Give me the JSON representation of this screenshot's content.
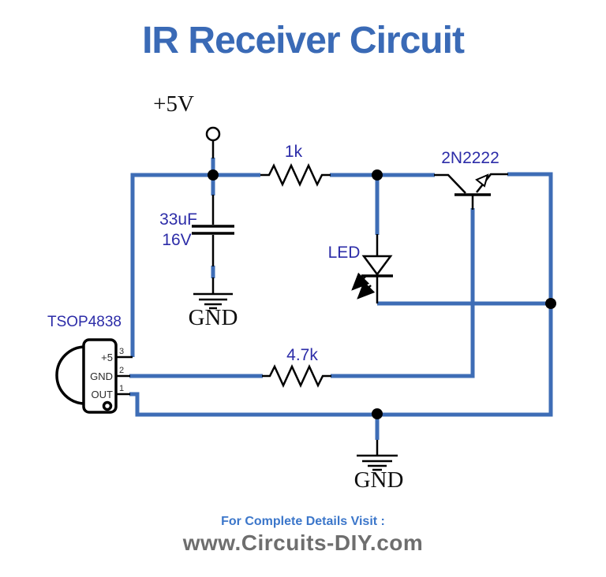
{
  "title": "IR Receiver Circuit",
  "colors": {
    "wire": "#3e6db6",
    "label": "#2c2ca8",
    "title": "#3a6ab6",
    "footer_heading": "#3b76ca",
    "footer_site": "#6e6e6e",
    "pin_text": "#2b2b2b"
  },
  "labels": {
    "supply": "+5V",
    "resistor1": "1k",
    "transistor": "2N2222",
    "cap_value": "33uF",
    "cap_voltage": "16V",
    "led": "LED",
    "ir_receiver": "TSOP4838",
    "resistor2": "4.7k",
    "gnd_capacitor": "GND",
    "gnd_main": "GND"
  },
  "ir_receiver_pins": {
    "pin3": {
      "number": "3",
      "label": "+5"
    },
    "pin2": {
      "number": "2",
      "label": "GND"
    },
    "pin1": {
      "number": "1",
      "label": "OUT"
    }
  },
  "footer": {
    "visit": "For Complete Details Visit :",
    "site": "www.Circuits-DIY.com"
  }
}
